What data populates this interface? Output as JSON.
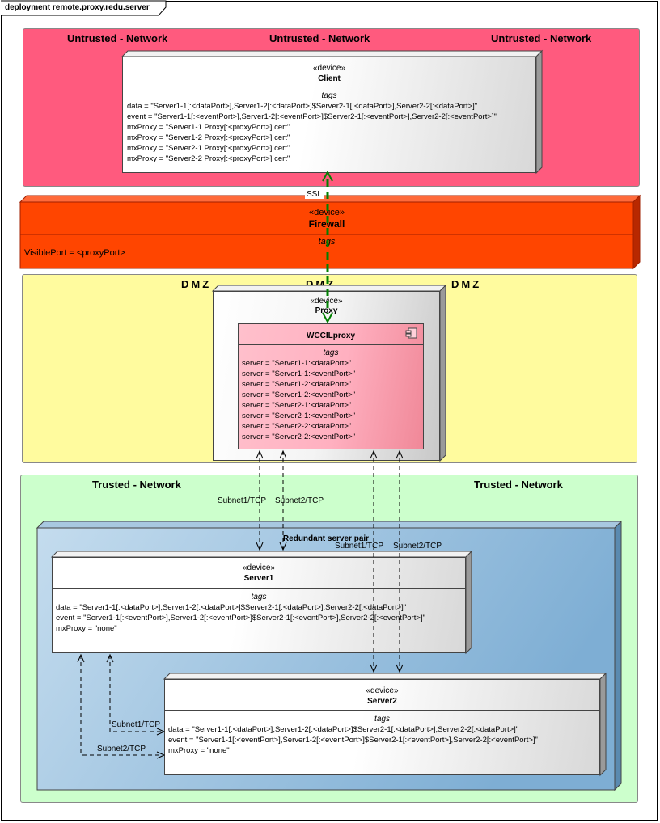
{
  "frame_title": "deployment remote.proxy.redu.server",
  "untrusted": {
    "label": "Untrusted - Network"
  },
  "client": {
    "stereotype": "«device»",
    "name": "Client",
    "tags_header": "tags",
    "tags": [
      "data = \"Server1-1[:<dataPort>],Server1-2[:<dataPort>]$Server2-1[:<dataPort>],Server2-2[:<dataPort>]\"",
      "event = \"Server1-1[:<eventPort>],Server1-2[:<eventPort>]$Server2-1[:<eventPort>],Server2-2[:<eventPort>]\"",
      "mxProxy = \"Server1-1 Proxy[:<proxyPort>] cert\"",
      "mxProxy = \"Server1-2 Proxy[:<proxyPort>] cert\"",
      "mxProxy = \"Server2-1 Proxy[:<proxyPort>] cert\"",
      "mxProxy = \"Server2-2 Proxy[:<proxyPort>] cert\""
    ]
  },
  "firewall": {
    "stereotype": "«device»",
    "name": "Firewall",
    "tags_header": "tags",
    "tag": "VisiblePort = <proxyPort>"
  },
  "dmz": {
    "label": "DMZ"
  },
  "proxy": {
    "stereotype": "«device»",
    "name": "Proxy"
  },
  "component": {
    "name": "WCCILproxy",
    "tags_header": "tags",
    "tags": [
      "server = \"Server1-1:<dataPort>\"",
      "server = \"Server1-1:<eventPort>\"",
      "server = \"Server1-2:<dataPort>\"",
      "server = \"Server1-2:<eventPort>\"",
      "server = \"Server2-1:<dataPort>\"",
      "server = \"Server2-1:<eventPort>\"",
      "server = \"Server2-2:<dataPort>\"",
      "server = \"Server2-2:<eventPort>\""
    ]
  },
  "trusted": {
    "label": "Trusted - Network"
  },
  "pair": {
    "name": "Redundant server pair"
  },
  "server1": {
    "stereotype": "«device»",
    "name": "Server1",
    "tags_header": "tags",
    "tags": [
      "data = \"Server1-1[:<dataPort>],Server1-2[:<dataPort>]$Server2-1[:<dataPort>],Server2-2[:<dataPort>]\"",
      "event = \"Server1-1[:<eventPort>],Server1-2[:<eventPort>]$Server2-1[:<eventPort>],Server2-2[:<eventPort>]\"",
      "mxProxy = \"none\""
    ]
  },
  "server2": {
    "stereotype": "«device»",
    "name": "Server2",
    "tags_header": "tags",
    "tags": [
      "data = \"Server1-1[:<dataPort>],Server1-2[:<dataPort>]$Server2-1[:<dataPort>],Server2-2[:<dataPort>]\"",
      "event = \"Server1-1[:<eventPort>],Server1-2[:<eventPort>]$Server2-1[:<eventPort>],Server2-2[:<eventPort>]\"",
      "mxProxy = \"none\""
    ]
  },
  "connectors": {
    "ssl": "SSL",
    "subnet1_tcp": "Subnet1/TCP",
    "subnet2_tcp": "Subnet2/TCP"
  },
  "colors": {
    "untrusted": "#ff5a7e",
    "firewall": "#ff4500",
    "dmz": "#fffb9e",
    "trusted": "#ccffcc",
    "pair": "#8fb9d9",
    "component": "#ffb6c4",
    "ssl_link": "#008000"
  }
}
